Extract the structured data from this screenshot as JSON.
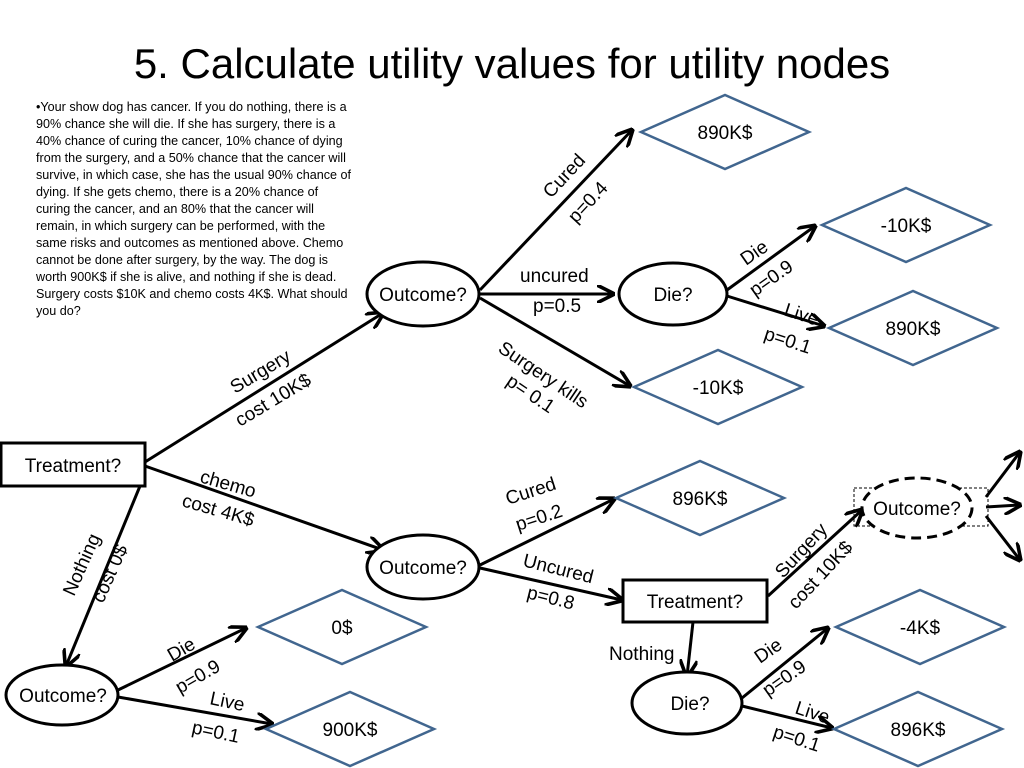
{
  "title": "5.  Calculate utility values for utility nodes",
  "problem_text": "•Your show dog has cancer.  If you do nothing, there is a 90% chance she will die.  If she has surgery, there is a 40% chance of curing the cancer, 10% chance of dying from the surgery, and a 50% chance that the cancer will survive, in which case, she has the usual 90% chance of dying.  If she gets chemo, there is a 20% chance of curing the cancer, and an 80% that the cancer will remain, in which surgery can be performed, with the same risks and outcomes as mentioned above.  Chemo cannot be done after surgery, by the way.  The dog is worth 900K$ if she is alive, and nothing if she is dead.  Surgery costs $10K and chemo costs 4K$.  What should you do?",
  "nodes": {
    "treatment_root": "Treatment?",
    "outcome_surgery": "Outcome?",
    "die_surgery": "Die?",
    "outcome_chemo": "Outcome?",
    "treatment_chemo": "Treatment?",
    "outcome_chemo_surgery": "Outcome?",
    "die_chemo": "Die?",
    "outcome_nothing": "Outcome?"
  },
  "utilities": {
    "surgery_cured": "890K$",
    "surgery_uncured_die": "-10K$",
    "surgery_uncured_live": "890K$",
    "surgery_kills": "-10K$",
    "chemo_cured": "896K$",
    "chemo_die": "-4K$",
    "chemo_live": "896K$",
    "nothing_die": "0$",
    "nothing_live": "900K$"
  },
  "edge_labels": {
    "surgery_1": "Surgery",
    "surgery_2": "cost  10K$",
    "chemo_1": "chemo",
    "chemo_2": "cost 4K$",
    "nothing_1": "Nothing",
    "nothing_2": "cost 0$",
    "cured_1": "Cured",
    "cured_2": "p=0.4",
    "uncured_1": "uncured",
    "uncured_2": "p=0.5",
    "kills_1": "Surgery kills",
    "kills_2": "p= 0.1",
    "die1_1": "Die",
    "die1_2": "p=0.9",
    "live1_1": "Live",
    "live1_2": "p=0.1",
    "c_cured_1": "Cured",
    "c_cured_2": "p=0.2",
    "c_uncured_1": "Uncured",
    "c_uncured_2": "p=0.8",
    "c_surgery_1": "Surgery",
    "c_surgery_2": "cost  10K$",
    "c_nothing": "Nothing",
    "c_die_1": "Die",
    "c_die_2": "p=0.9",
    "c_live_1": "Live",
    "c_live_2": "p=0.1",
    "n_die_1": "Die",
    "n_die_2": "p=0.9",
    "n_live_1": "Live",
    "n_live_2": "p=0.1"
  },
  "colors": {
    "diamond_stroke": "#41668f",
    "line": "#000000"
  }
}
